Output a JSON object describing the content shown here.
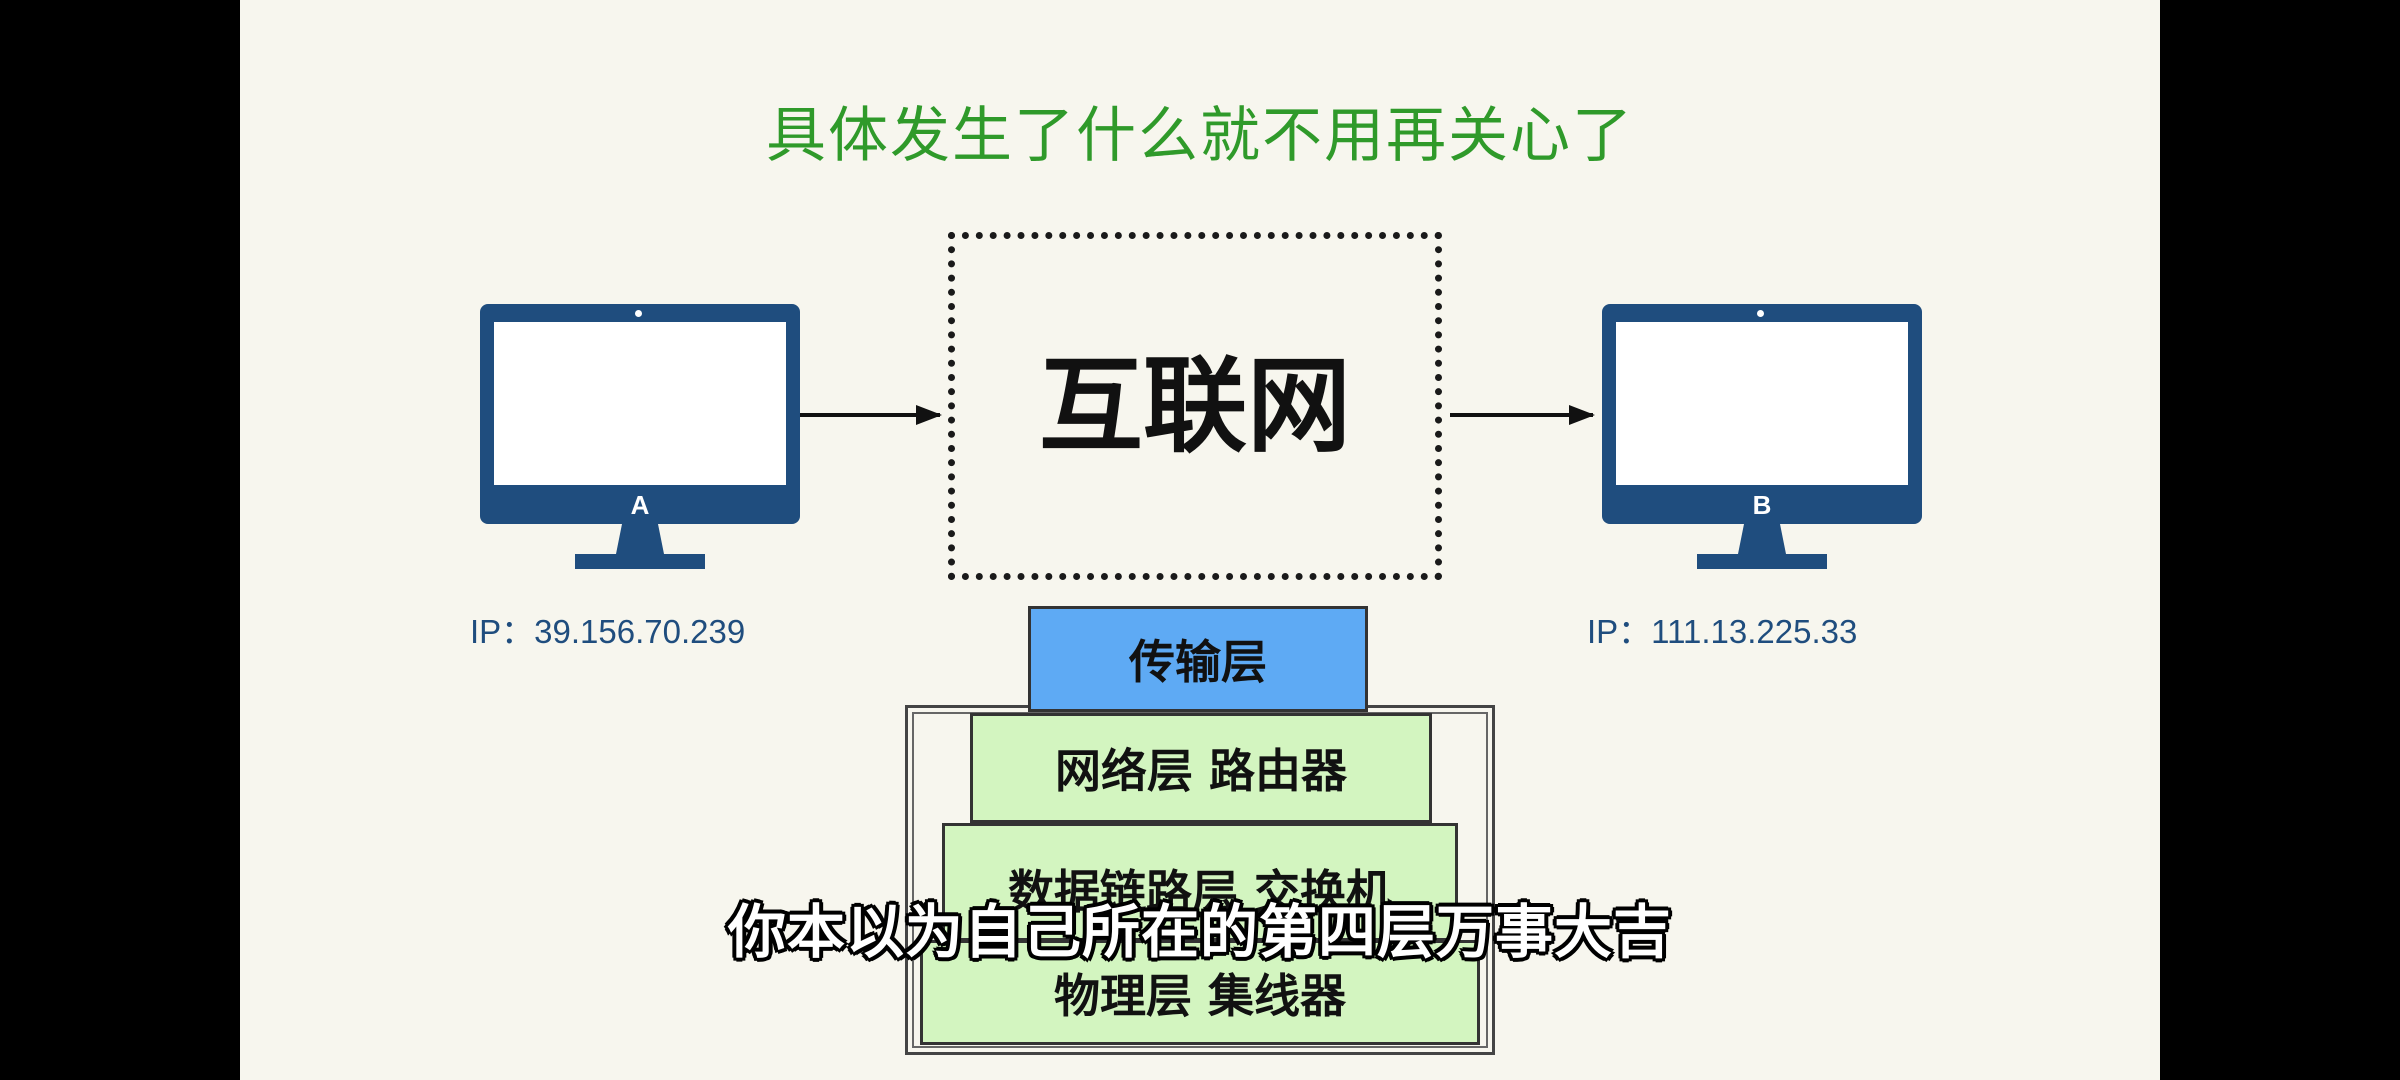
{
  "slide": {
    "title": "具体发生了什么就不用再关心了",
    "internet_label": "互联网",
    "computer_a": {
      "letter": "A",
      "ip": "IP：39.156.70.239"
    },
    "computer_b": {
      "letter": "B",
      "ip": "IP：111.13.225.33"
    },
    "layers": {
      "transport": "传输层",
      "network": "网络层 路由器",
      "datalink": "数据链路层 交换机",
      "physical": "物理层 集线器"
    },
    "colors": {
      "title": "#2f9a2a",
      "monitor": "#1f4d7e",
      "transport_fill": "#5eaaf4",
      "lower_layer_fill": "#d3f5c0",
      "background": "#f7f6ee"
    },
    "icons": [
      "monitor-icon",
      "arrow-right-icon"
    ]
  },
  "subtitle": "你本以为自己所在的第四层万事大吉"
}
